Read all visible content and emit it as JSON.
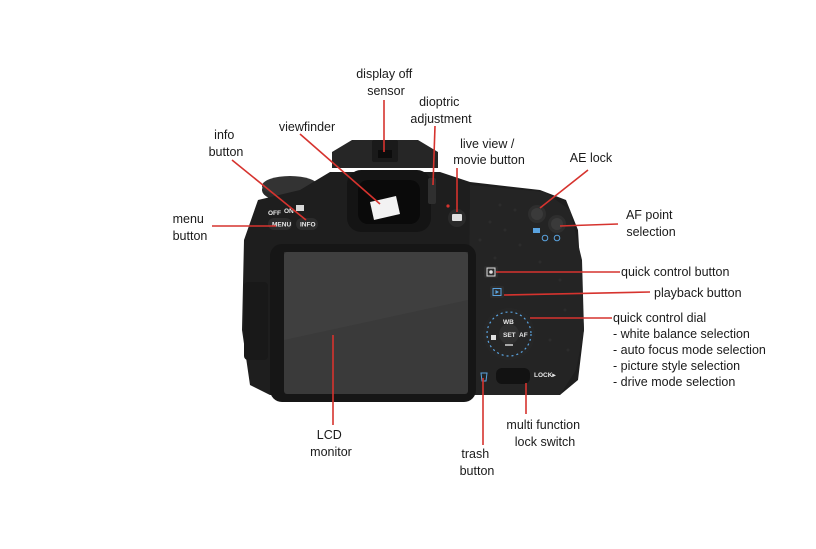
{
  "colors": {
    "leader": "#d6332e",
    "body": "#1e1e1e",
    "screen": "#3a3a3a",
    "text": "#1a1a1a"
  },
  "callouts": {
    "display_off_sensor": [
      "display off",
      "sensor"
    ],
    "dioptric_adjustment": [
      "dioptric",
      "adjustment"
    ],
    "info_button": [
      "info",
      "button"
    ],
    "viewfinder": [
      "viewfinder"
    ],
    "live_view": [
      "live view /",
      "movie button"
    ],
    "ae_lock": [
      "AE lock"
    ],
    "menu_button": [
      "menu",
      "button"
    ],
    "af_point": [
      "AF point",
      "selection"
    ],
    "quick_control_button": [
      "quick control button"
    ],
    "playback_button": [
      "playback button"
    ],
    "quick_control_dial": [
      "quick control dial",
      "- white balance selection",
      "- auto focus mode selection",
      "- picture style selection",
      "- drive mode selection"
    ],
    "lcd_monitor": [
      "LCD",
      "monitor"
    ],
    "trash_button": [
      "trash",
      "button"
    ],
    "multi_function_lock": [
      "multi function",
      "lock switch"
    ]
  },
  "camera_markings": {
    "off": "OFF",
    "on": "ON",
    "menu": "MENU",
    "info": "INFO",
    "wb": "WB",
    "set": "SET",
    "af": "AF",
    "lock": "LOCK▸"
  }
}
